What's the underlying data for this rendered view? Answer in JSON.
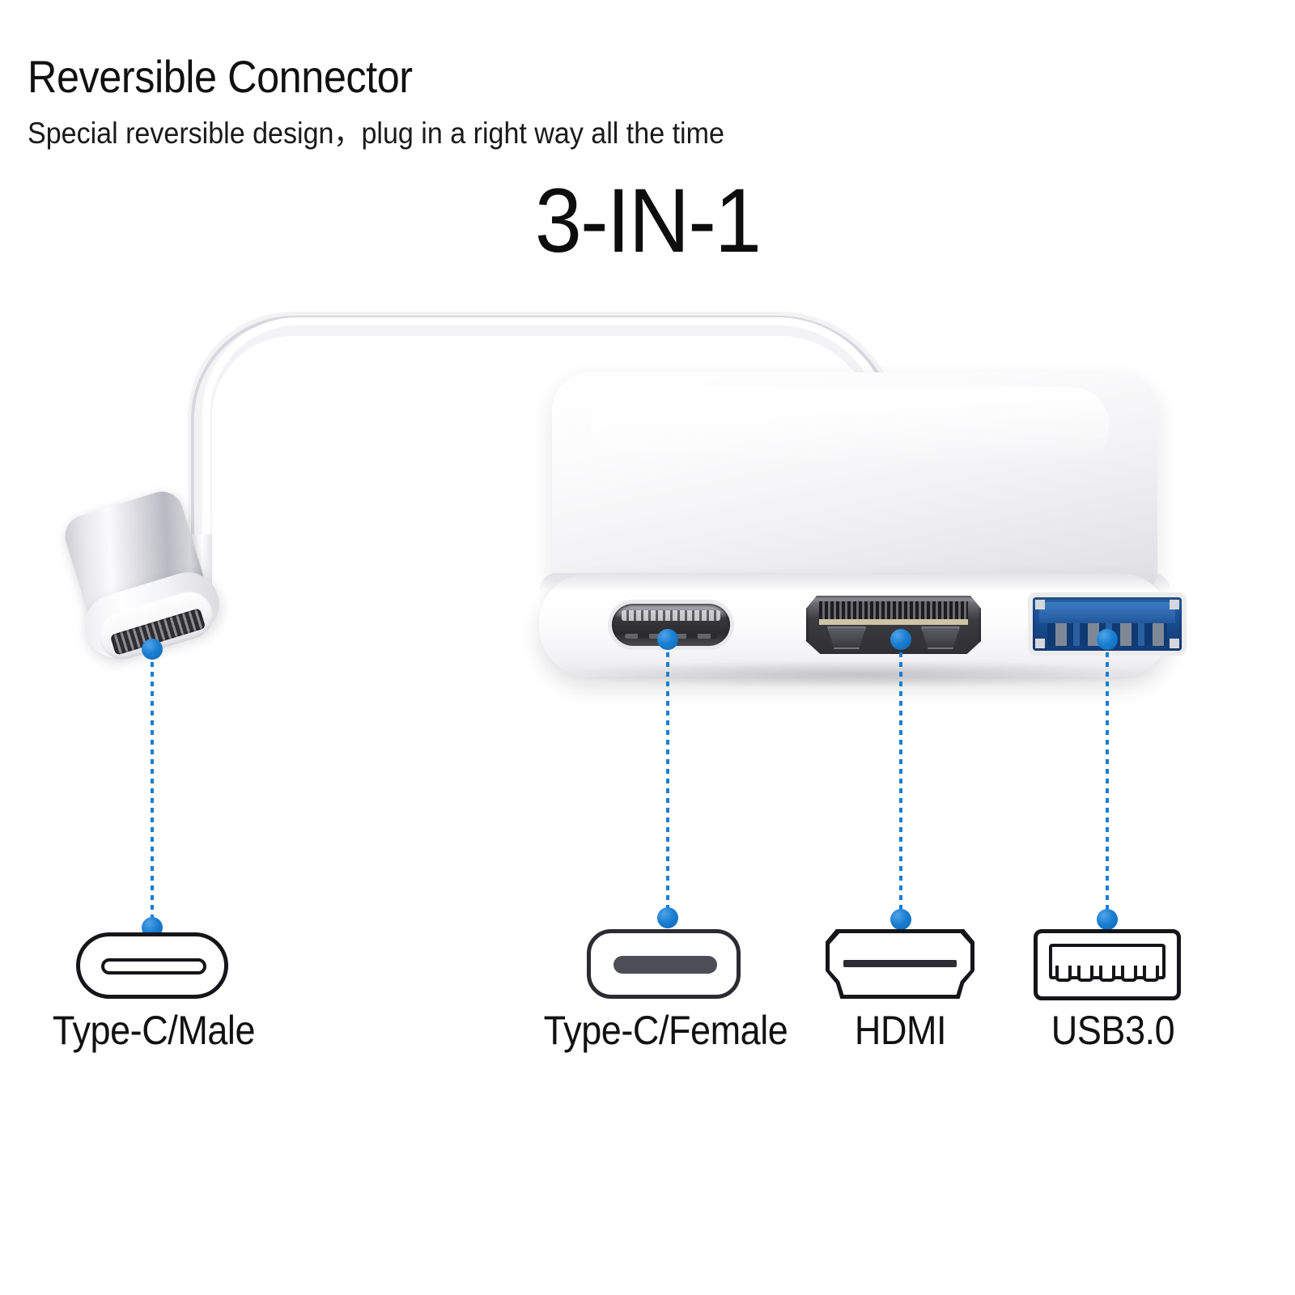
{
  "page": {
    "background_color": "#ffffff",
    "accent_color": "#1a7ed2",
    "text_color": "#111111"
  },
  "header": {
    "title": "Reversible Connector",
    "subtitle": "Special reversible design，plug in a right way all the time",
    "headline": "3-IN-1"
  },
  "product": {
    "name": "3-in-1 USB Type-C multiport adapter",
    "body_color": "#ffffff",
    "cable_color": "#f3f3f5",
    "plug_color": "#c9c9cf",
    "ports": [
      {
        "name": "type-c-female-port",
        "label": "Type-C/Female",
        "color": "#2b2b2f"
      },
      {
        "name": "hdmi-port",
        "label": "HDMI",
        "color": "#3b3b40"
      },
      {
        "name": "usb3-port",
        "label": "USB3.0",
        "color": "#1d57a0"
      }
    ],
    "plug": {
      "name": "type-c-male-plug",
      "label": "Type-C/Male"
    }
  },
  "legend": {
    "items": [
      {
        "label": "Type-C/Male",
        "icon": "usb-type-c-male-icon",
        "icon_style": "outline-slot"
      },
      {
        "label": "Type-C/Female",
        "icon": "usb-type-c-female-icon",
        "icon_style": "filled-slot"
      },
      {
        "label": "HDMI",
        "icon": "hdmi-port-icon",
        "icon_style": "notched-bar"
      },
      {
        "label": "USB3.0",
        "icon": "usb-a-3-0-icon",
        "icon_style": "teeth"
      }
    ]
  },
  "leader_lines": {
    "color": "#1a7ed2",
    "style": "dotted",
    "count": 4
  }
}
